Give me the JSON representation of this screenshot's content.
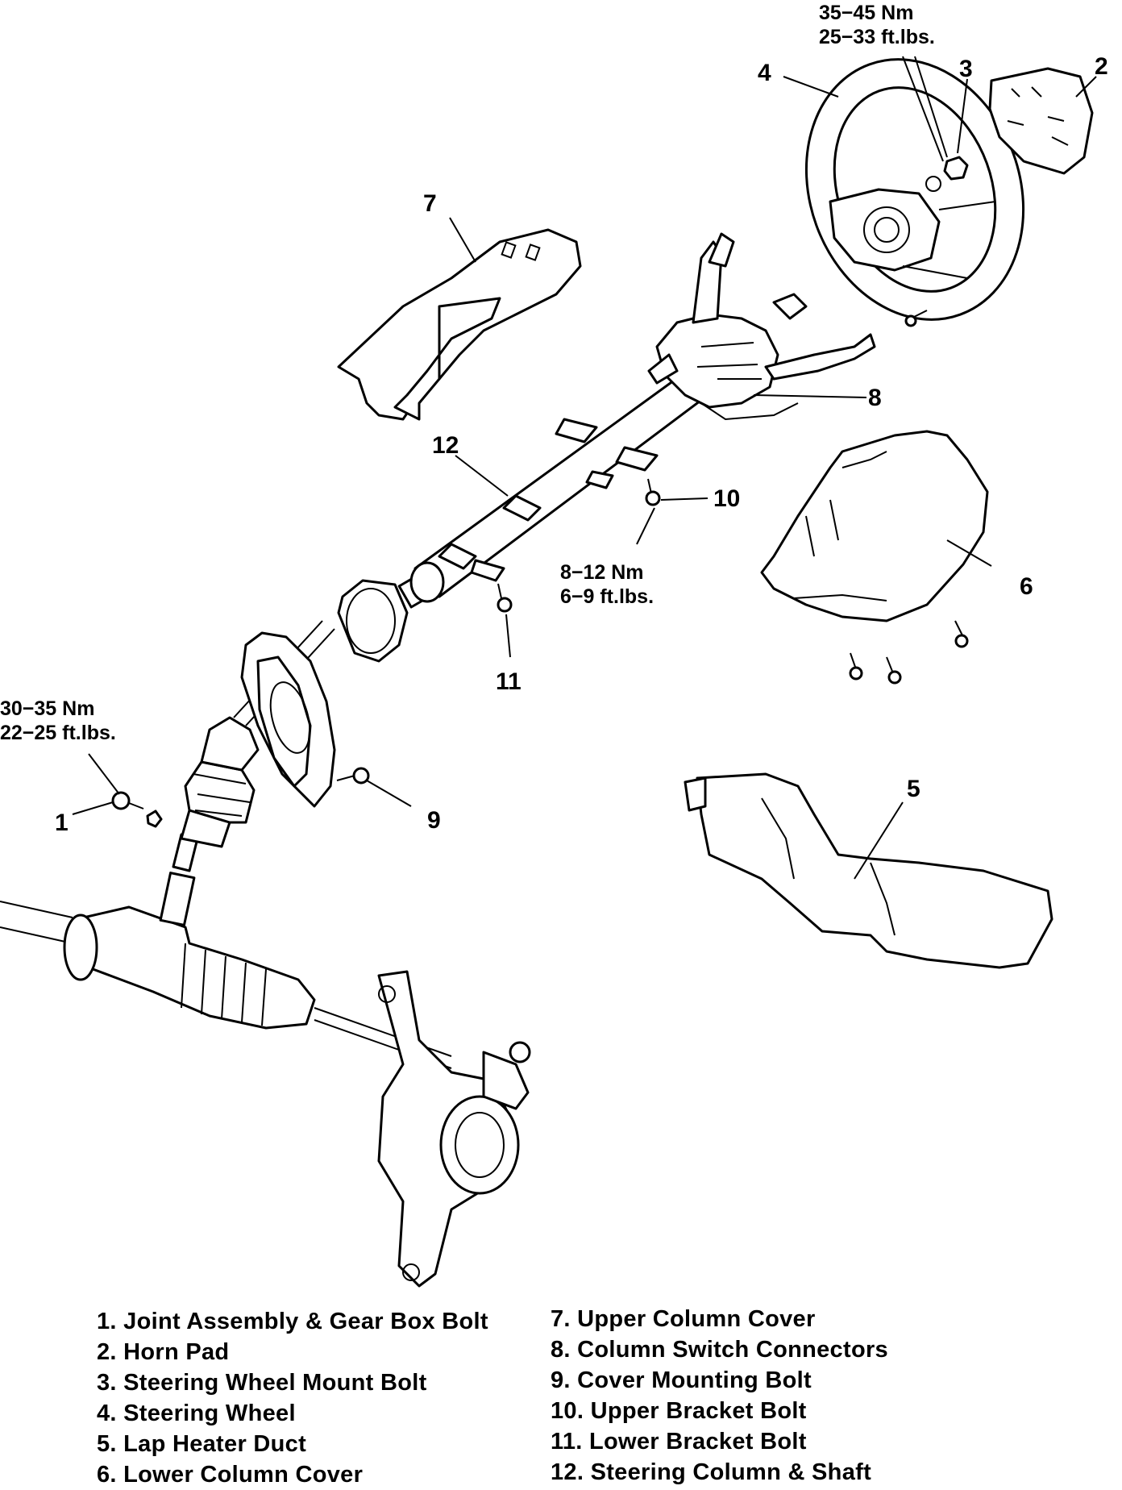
{
  "callouts": {
    "c1": "1",
    "c2": "2",
    "c3": "3",
    "c4": "4",
    "c5": "5",
    "c6": "6",
    "c7": "7",
    "c8": "8",
    "c9": "9",
    "c10": "10",
    "c11": "11",
    "c12": "12"
  },
  "torque_specs": {
    "mount_bolt": [
      "35−45 Nm",
      "25−33 ft.lbs."
    ],
    "upper_bracket_bolt": [
      "8−12 Nm",
      "6−9 ft.lbs."
    ],
    "joint_bolt": [
      "30−35 Nm",
      "22−25 ft.lbs."
    ]
  },
  "legend_left": [
    "1. Joint Assembly & Gear Box Bolt",
    "2. Horn Pad",
    "3. Steering Wheel Mount Bolt",
    "4. Steering Wheel",
    "5. Lap Heater Duct",
    "6. Lower Column Cover"
  ],
  "legend_right": [
    "7. Upper Column Cover",
    "8. Column Switch Connectors",
    "9. Cover Mounting Bolt",
    "10. Upper Bracket Bolt",
    "11. Lower Bracket Bolt",
    "12. Steering Column & Shaft"
  ]
}
